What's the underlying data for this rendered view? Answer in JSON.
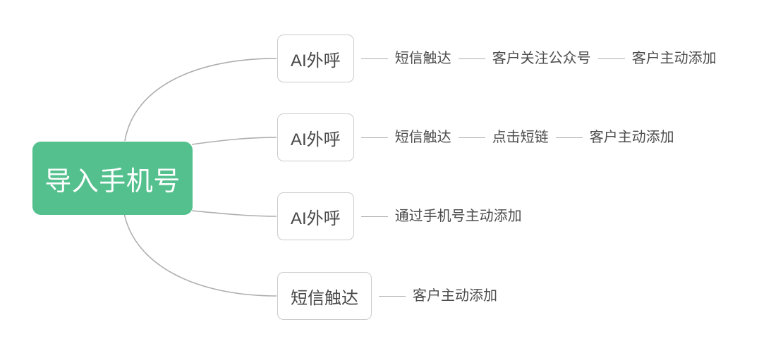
{
  "root": {
    "label": "导入手机号"
  },
  "colors": {
    "root_bg": "#53c08d",
    "root_text": "#ffffff",
    "box_border": "#cbcbcb",
    "box_text": "#484848",
    "leaf_text": "#4d4d4d",
    "line": "#aeaeae",
    "background": "#ffffff"
  },
  "branches": [
    {
      "node": "AI外呼",
      "children": [
        "短信触达",
        "客户关注公众号",
        "客户主动添加"
      ]
    },
    {
      "node": "AI外呼",
      "children": [
        "短信触达",
        "点击短链",
        "客户主动添加"
      ]
    },
    {
      "node": "AI外呼",
      "children": [
        "通过手机号主动添加"
      ]
    },
    {
      "node": "短信触达",
      "children": [
        "客户主动添加"
      ]
    }
  ]
}
